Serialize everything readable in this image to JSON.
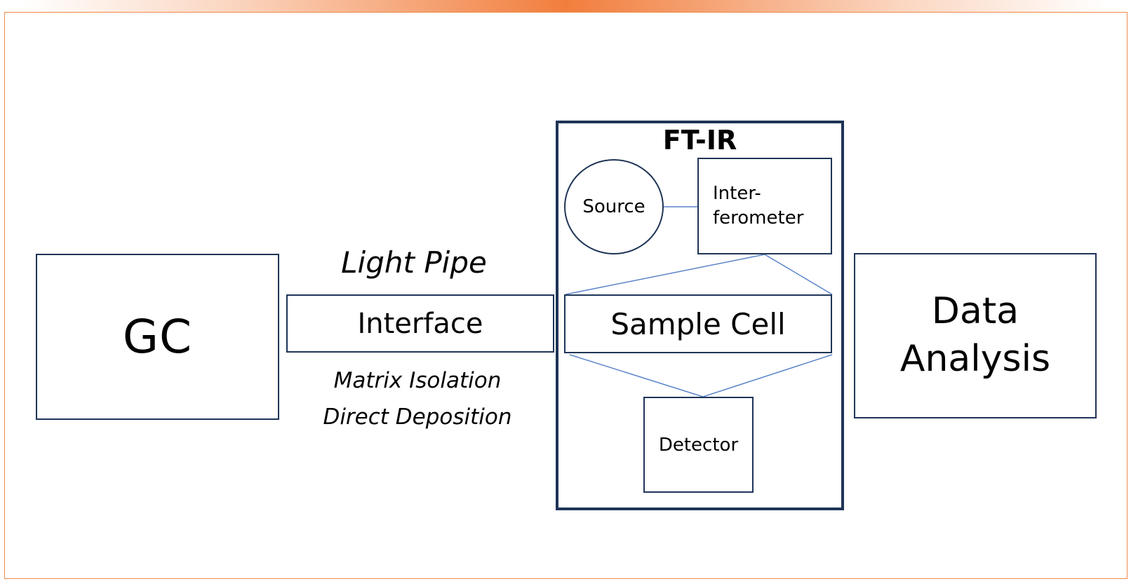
{
  "diagram": {
    "title": "GC-FT-IR system schematic",
    "colors": {
      "box_border": "#1f3557",
      "beam_line": "#5b84c8",
      "frame_border": "#ee8a4a",
      "accent_bar": "#f07028"
    },
    "nodes": {
      "gc": "GC",
      "interface": "Interface",
      "ftir_title": "FT-IR",
      "source": "Source",
      "interferometer_line1": "Inter-",
      "interferometer_line2": "ferometer",
      "sample_cell": "Sample Cell",
      "detector": "Detector",
      "data_analysis_line1": "Data",
      "data_analysis_line2": "Analysis"
    },
    "interface_labels": {
      "above": "Light Pipe",
      "below_1": "Matrix Isolation",
      "below_2": "Direct Deposition"
    },
    "connections": [
      {
        "from": "Source",
        "to": "Interferometer"
      },
      {
        "from": "Interferometer",
        "to": "Sample Cell"
      },
      {
        "from": "Sample Cell",
        "to": "Detector"
      }
    ]
  }
}
